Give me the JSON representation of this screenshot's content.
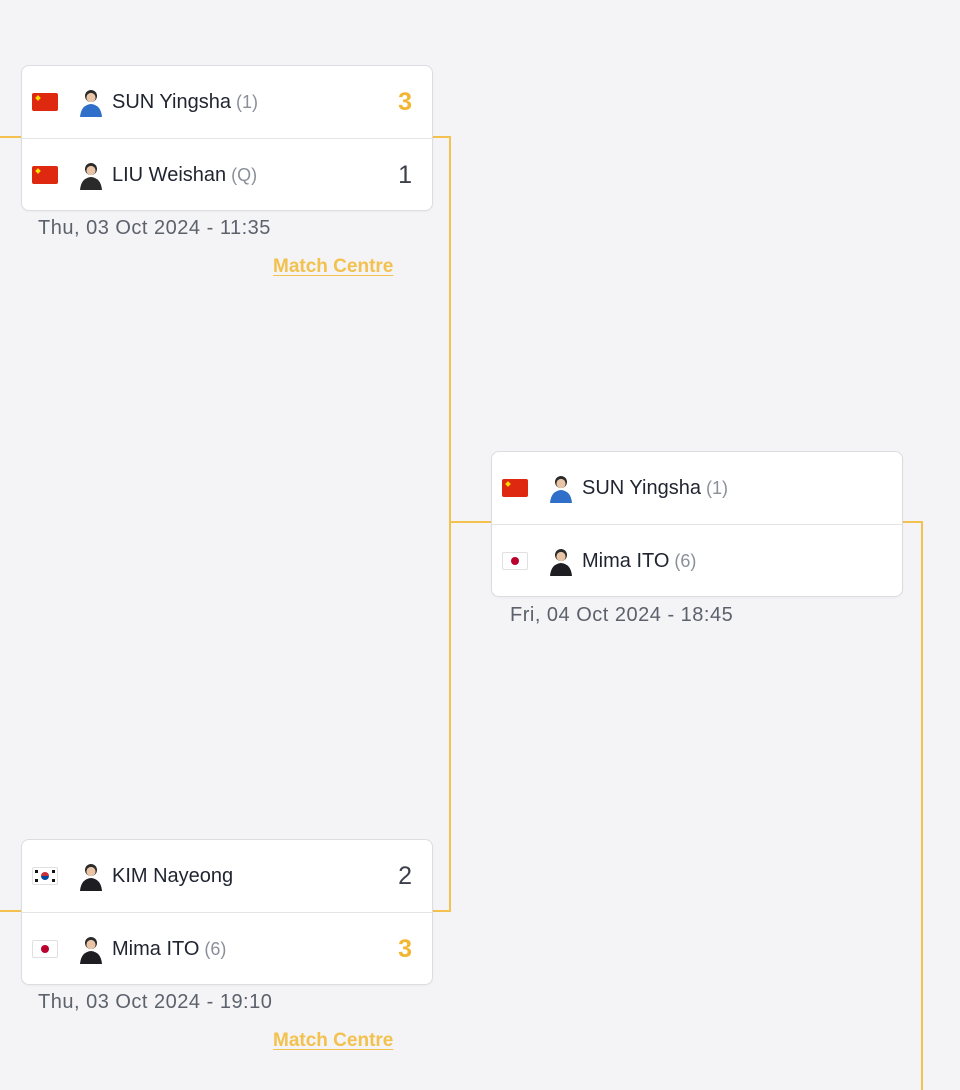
{
  "matches": [
    {
      "players": [
        {
          "name": "SUN Yingsha",
          "seed": "(1)",
          "flag": "china-flag",
          "score": "3",
          "winner": true
        },
        {
          "name": "LIU Weishan",
          "seed": "(Q)",
          "flag": "china-flag",
          "score": "1",
          "winner": false
        }
      ],
      "datetime": "Thu, 03 Oct 2024 - 11:35",
      "link_label": "Match Centre"
    },
    {
      "players": [
        {
          "name": "SUN Yingsha",
          "seed": "(1)",
          "flag": "china-flag",
          "score": "",
          "winner": false
        },
        {
          "name": "Mima ITO",
          "seed": "(6)",
          "flag": "japan-flag",
          "score": "",
          "winner": false
        }
      ],
      "datetime": "Fri, 04 Oct 2024 - 18:45",
      "link_label": ""
    },
    {
      "players": [
        {
          "name": "KIM Nayeong",
          "seed": "",
          "flag": "south-korea-flag",
          "score": "2",
          "winner": false
        },
        {
          "name": "Mima ITO",
          "seed": "(6)",
          "flag": "japan-flag",
          "score": "3",
          "winner": true
        }
      ],
      "datetime": "Thu, 03 Oct 2024 - 19:10",
      "link_label": "Match Centre"
    }
  ],
  "colors": {
    "accent": "#f2c14e",
    "winner_score": "#f2b632",
    "background": "#f4f4f6"
  },
  "icons": [
    "china-flag",
    "japan-flag",
    "south-korea-flag",
    "player-avatar-icon"
  ]
}
